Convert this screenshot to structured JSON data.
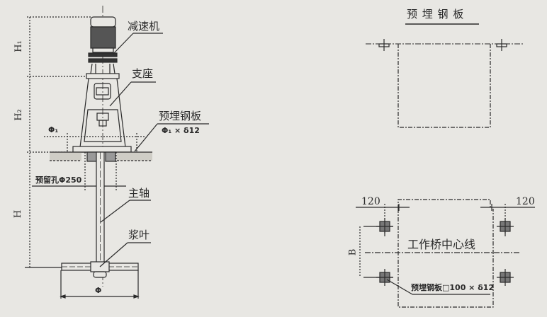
{
  "left_view": {
    "labels": {
      "reducer": "减速机",
      "support": "支座",
      "embedded_plate": "预埋钢板",
      "plate_spec": "Φ₁ × δ12",
      "phi1": "Φ₁",
      "reserved_hole": "预留孔Φ250",
      "main_shaft": "主轴",
      "impeller": "浆叶",
      "phi": "Φ"
    },
    "dimensions": {
      "h1": "H₁",
      "h2": "H₂",
      "h": "H"
    }
  },
  "right_top_view": {
    "title": "预 埋 钢 板"
  },
  "right_bottom_view": {
    "dim_left": "120",
    "dim_right": "120",
    "dim_b": "B",
    "centerline_label": "工作桥中心线",
    "plate_spec": "预埋钢板□100 × δ12"
  },
  "colors": {
    "background": "#e8e7e3",
    "line": "#2a2a2a",
    "fill_dark": "#777777",
    "fill_gray": "#b5b5b0"
  }
}
